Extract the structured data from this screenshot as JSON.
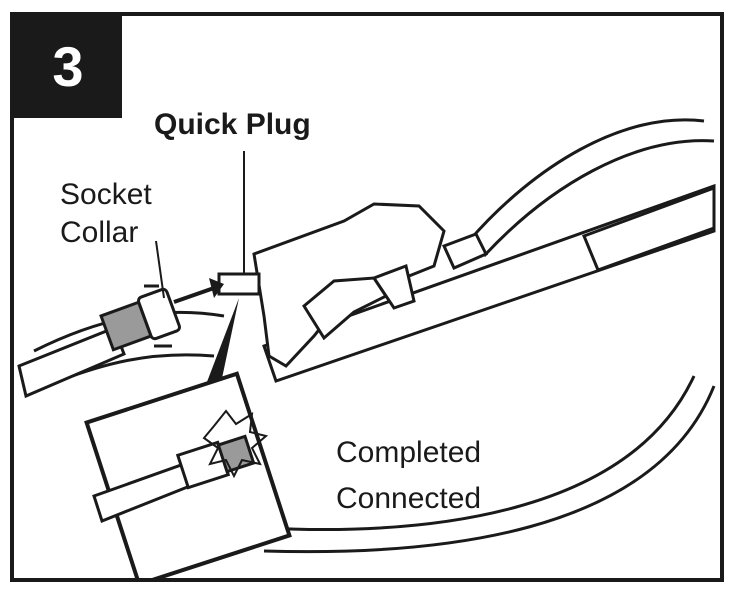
{
  "step_number": "3",
  "labels": {
    "quick_plug": "Quick Plug",
    "socket": "Socket",
    "collar": "Collar",
    "completed": "Completed",
    "connected": "Connected"
  },
  "colors": {
    "ink": "#1a1a1a",
    "paper": "#ffffff",
    "shade": "#9a9a9a"
  }
}
